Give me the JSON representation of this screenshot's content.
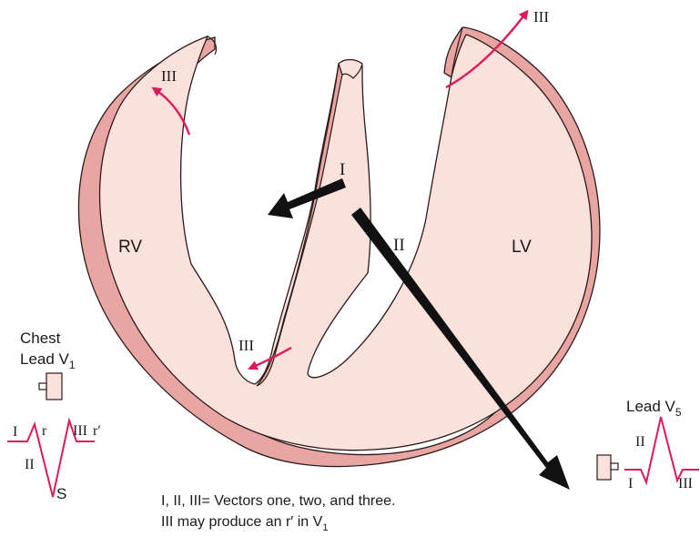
{
  "colors": {
    "muscle_fill": "#fbe1dc",
    "muscle_edge": "#e8a5a1",
    "outline": "#2b1a1a",
    "vector_arrow": "#e01a5a",
    "main_arrow": "#111111",
    "trace": "#e01a5a"
  },
  "labels": {
    "rv": "RV",
    "lv": "LV",
    "vector_i": "I",
    "vector_ii": "II",
    "vector_iii_rv": "III",
    "vector_iii_lv": "III",
    "vector_iii_septum": "III"
  },
  "lead_v1": {
    "title_line1": "Chest",
    "title_line2_prefix": "Lead V",
    "title_line2_sub": "1",
    "wave_i": "I",
    "wave_r": "r",
    "wave_iii": "III",
    "wave_r_prime": "r′",
    "wave_ii": "II",
    "wave_s": "S"
  },
  "lead_v5": {
    "title_prefix": "Lead V",
    "title_sub": "5",
    "wave_ii": "II",
    "wave_i": "I",
    "wave_iii": "III"
  },
  "caption": {
    "line1": "I, II, III= Vectors one, two, and three.",
    "line2_prefix": "III may produce an r′ in V",
    "line2_sub": "1"
  }
}
